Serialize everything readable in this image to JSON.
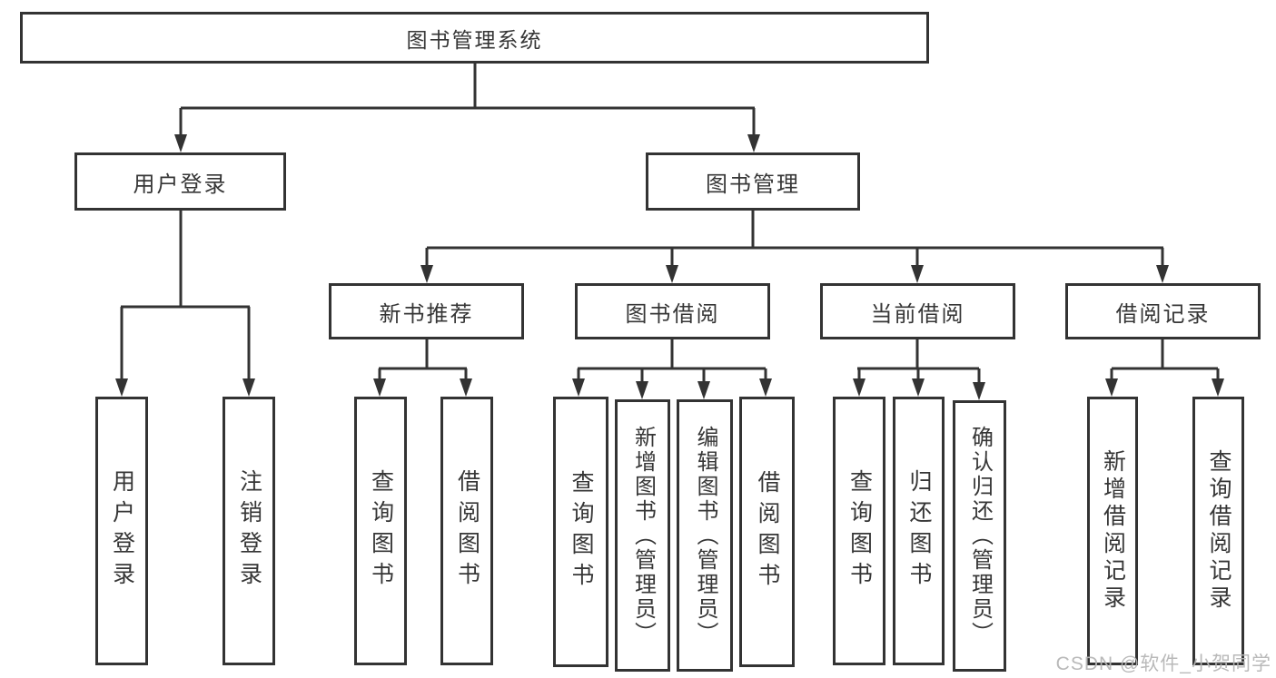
{
  "diagram": {
    "type": "hierarchy-tree",
    "colors": {
      "line": "#333333",
      "box_border": "#333333",
      "text": "#363636",
      "background": "#ffffff",
      "watermark": "#b5b5b5"
    },
    "tree": {
      "root": {
        "label": "图书管理系统",
        "children": [
          {
            "label": "用户登录",
            "children": [
              {
                "label": "用户登录"
              },
              {
                "label": "注销登录"
              }
            ]
          },
          {
            "label": "图书管理",
            "children": [
              {
                "label": "新书推荐",
                "children": [
                  {
                    "label": "查询图书"
                  },
                  {
                    "label": "借阅图书"
                  }
                ]
              },
              {
                "label": "图书借阅",
                "children": [
                  {
                    "label": "查询图书"
                  },
                  {
                    "label": "新增图书（管理员）"
                  },
                  {
                    "label": "编辑图书（管理员）"
                  },
                  {
                    "label": "借阅图书"
                  }
                ]
              },
              {
                "label": "当前借阅",
                "children": [
                  {
                    "label": "查询图书"
                  },
                  {
                    "label": "归还图书"
                  },
                  {
                    "label": "确认归还（管理员）"
                  }
                ]
              },
              {
                "label": "借阅记录",
                "children": [
                  {
                    "label": "新增借阅记录"
                  },
                  {
                    "label": "查询借阅记录"
                  }
                ]
              }
            ]
          }
        ]
      }
    }
  },
  "watermark": {
    "text": "CSDN @软件_小贺同学"
  }
}
